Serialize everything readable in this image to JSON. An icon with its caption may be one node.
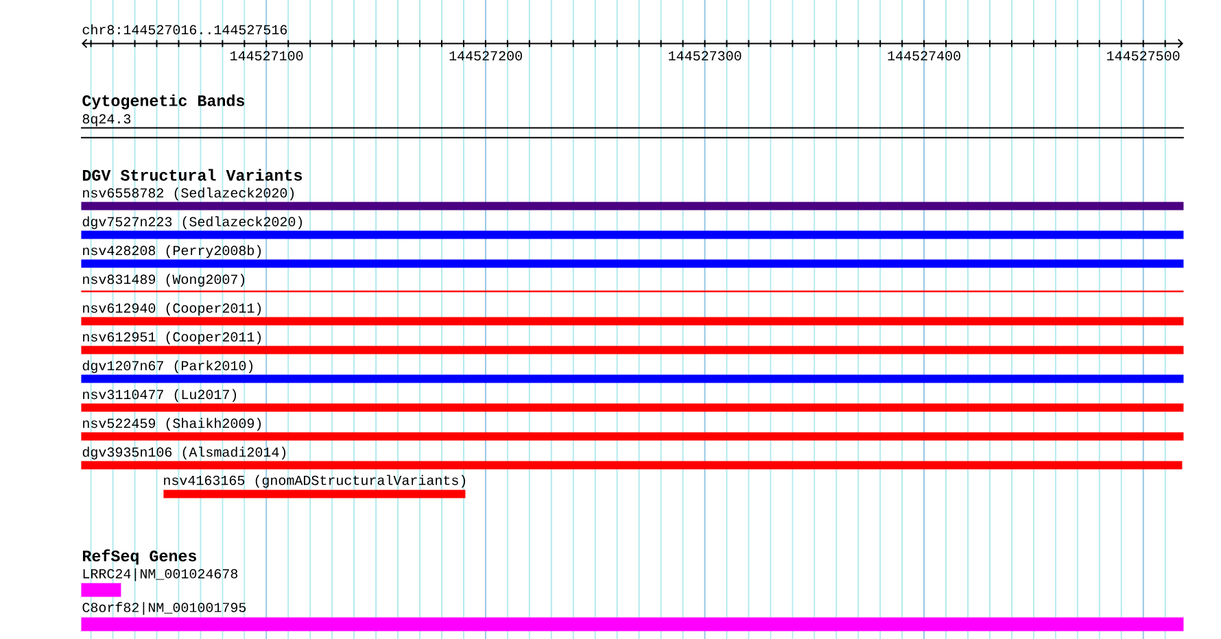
{
  "diagram": {
    "nodes": [
      {
        "text": [
          "8q24.3"
        ]
      },
      {
        "text": [
          "nsv6558782 (Sedlazeck2020)"
        ]
      },
      {
        "text": [
          "dgv7527n223 (Sedlazeck2020)"
        ]
      },
      {
        "text": [
          "nsv428208 (Perry2008b)"
        ]
      },
      {
        "text": [
          "nsv831489 (Wong2007)"
        ]
      },
      {
        "text": [
          "nsv612940 (Cooper2011)"
        ]
      },
      {
        "text": [
          "nsv612951 (Cooper2011)"
        ]
      },
      {
        "text": [
          "dgv1207n67 (Park2010)"
        ]
      },
      {
        "text": [
          "nsv3110477 (Lu2017)"
        ]
      },
      {
        "text": [
          "nsv522459 (Shaikh2009)"
        ]
      },
      {
        "text": [
          "dgv3935n106 (Alsmadi2014)"
        ]
      },
      {
        "text": [
          "nsv4163165 (gnomADStructuralVariants)"
        ]
      },
      {
        "text": [
          "LRRC24|NM_001024678"
        ]
      },
      {
        "text": [
          "C8orf82|NM_001001795"
        ]
      }
    ],
    "labels": [
      "chr8:144527016..144527516",
      "144527100",
      "144527200",
      "144527300",
      "144527400",
      "144527500",
      "Cytogenetic Bands",
      "DGV Structural Variants",
      "RefSeq Genes"
    ]
  }
}
